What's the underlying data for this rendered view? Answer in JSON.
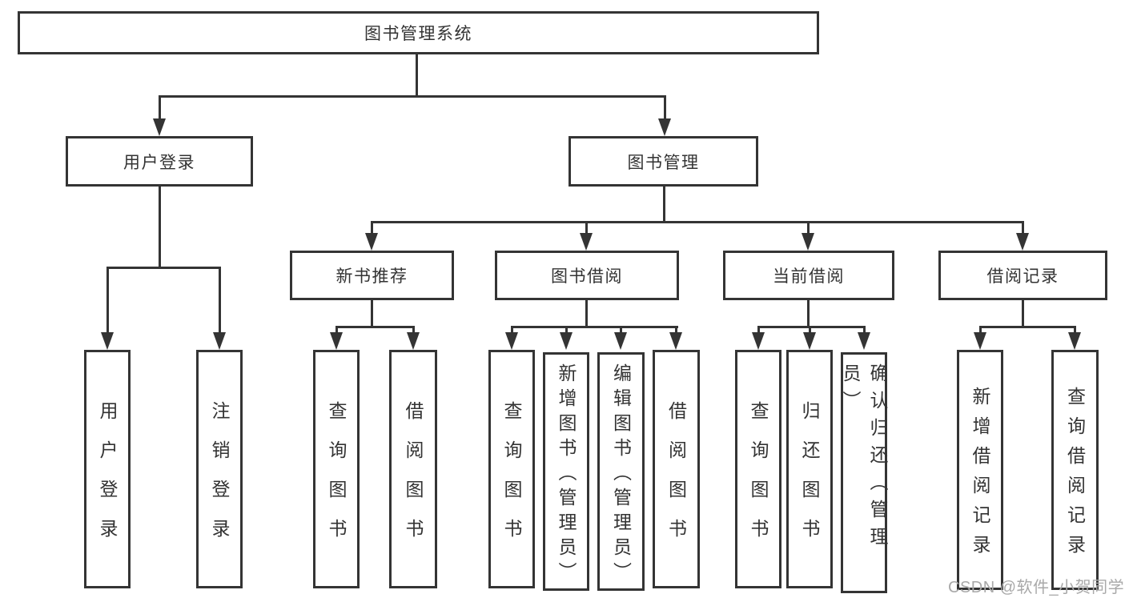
{
  "tree": {
    "root": {
      "label": "图书管理系统"
    },
    "branches": [
      {
        "label": "用户登录",
        "children": [
          {
            "label": "用户登录"
          },
          {
            "label": "注销登录"
          }
        ]
      },
      {
        "label": "图书管理",
        "children": [
          {
            "label": "新书推荐",
            "children": [
              {
                "label": "查询图书"
              },
              {
                "label": "借阅图书"
              }
            ]
          },
          {
            "label": "图书借阅",
            "children": [
              {
                "label": "查询图书"
              },
              {
                "label": "新增图书（管理员）"
              },
              {
                "label": "编辑图书（管理员）"
              },
              {
                "label": "借阅图书"
              }
            ]
          },
          {
            "label": "当前借阅",
            "children": [
              {
                "label": "查询图书"
              },
              {
                "label": "归还图书"
              },
              {
                "label": "确认归还（管理员）"
              }
            ]
          },
          {
            "label": "借阅记录",
            "children": [
              {
                "label": "新增借阅记录"
              },
              {
                "label": "查询借阅记录"
              }
            ]
          }
        ]
      }
    ]
  },
  "watermark": {
    "text": "CSDN @软件_小贺同学"
  },
  "colors": {
    "line": "#343434",
    "box_border": "#343434",
    "text": "#333333",
    "watermark": "#a9a9a9",
    "background": "#ffffff"
  }
}
